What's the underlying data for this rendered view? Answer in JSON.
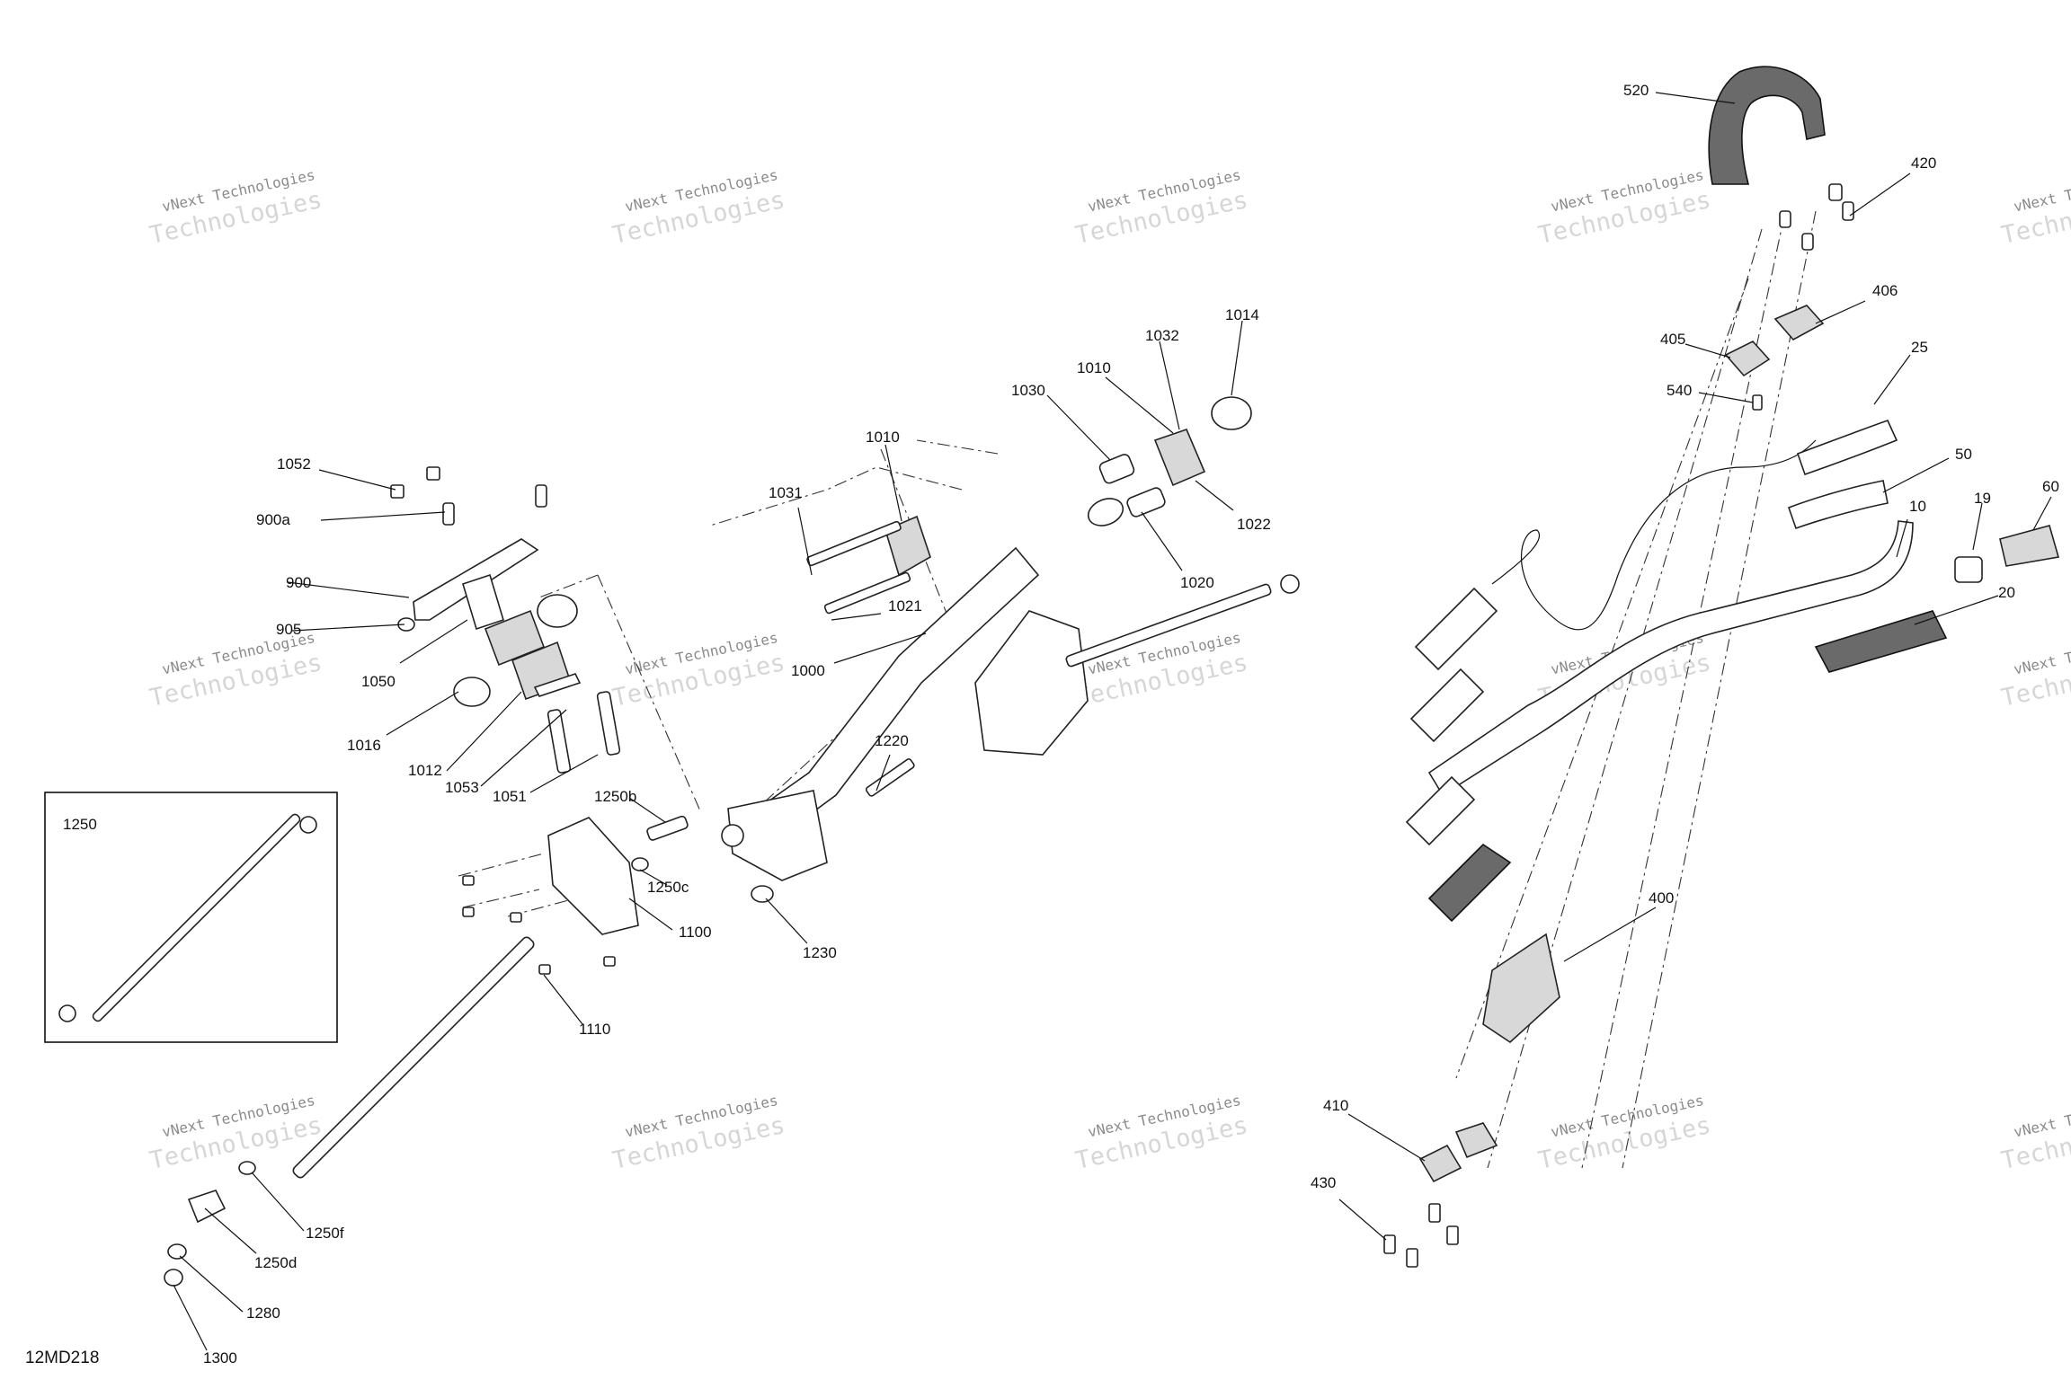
{
  "diagram": {
    "code": "12MD218",
    "inset_label": "1250",
    "watermark": {
      "line1": "vNext Technologies",
      "line2": "Technologies"
    },
    "callouts": [
      {
        "id": "520",
        "text": "520"
      },
      {
        "id": "420",
        "text": "420"
      },
      {
        "id": "406",
        "text": "406"
      },
      {
        "id": "405",
        "text": "405"
      },
      {
        "id": "540",
        "text": "540"
      },
      {
        "id": "25",
        "text": "25"
      },
      {
        "id": "50",
        "text": "50"
      },
      {
        "id": "60",
        "text": "60"
      },
      {
        "id": "19",
        "text": "19"
      },
      {
        "id": "10",
        "text": "10"
      },
      {
        "id": "20",
        "text": "20"
      },
      {
        "id": "400",
        "text": "400"
      },
      {
        "id": "410",
        "text": "410"
      },
      {
        "id": "430",
        "text": "430"
      },
      {
        "id": "1014",
        "text": "1014"
      },
      {
        "id": "1032",
        "text": "1032"
      },
      {
        "id": "1010a",
        "text": "1010"
      },
      {
        "id": "1030",
        "text": "1030"
      },
      {
        "id": "1022",
        "text": "1022"
      },
      {
        "id": "1020",
        "text": "1020"
      },
      {
        "id": "1010b",
        "text": "1010"
      },
      {
        "id": "1031",
        "text": "1031"
      },
      {
        "id": "1021",
        "text": "1021"
      },
      {
        "id": "1000",
        "text": "1000"
      },
      {
        "id": "1220",
        "text": "1220"
      },
      {
        "id": "1230",
        "text": "1230"
      },
      {
        "id": "1052",
        "text": "1052"
      },
      {
        "id": "900a",
        "text": "900a"
      },
      {
        "id": "900",
        "text": "900"
      },
      {
        "id": "905",
        "text": "905"
      },
      {
        "id": "1050",
        "text": "1050"
      },
      {
        "id": "1016",
        "text": "1016"
      },
      {
        "id": "1012",
        "text": "1012"
      },
      {
        "id": "1053",
        "text": "1053"
      },
      {
        "id": "1051",
        "text": "1051"
      },
      {
        "id": "1250b",
        "text": "1250b"
      },
      {
        "id": "1250c",
        "text": "1250c"
      },
      {
        "id": "1100",
        "text": "1100"
      },
      {
        "id": "1110",
        "text": "1110"
      },
      {
        "id": "1250f",
        "text": "1250f"
      },
      {
        "id": "1250d",
        "text": "1250d"
      },
      {
        "id": "1280",
        "text": "1280"
      },
      {
        "id": "1300",
        "text": "1300"
      }
    ]
  }
}
